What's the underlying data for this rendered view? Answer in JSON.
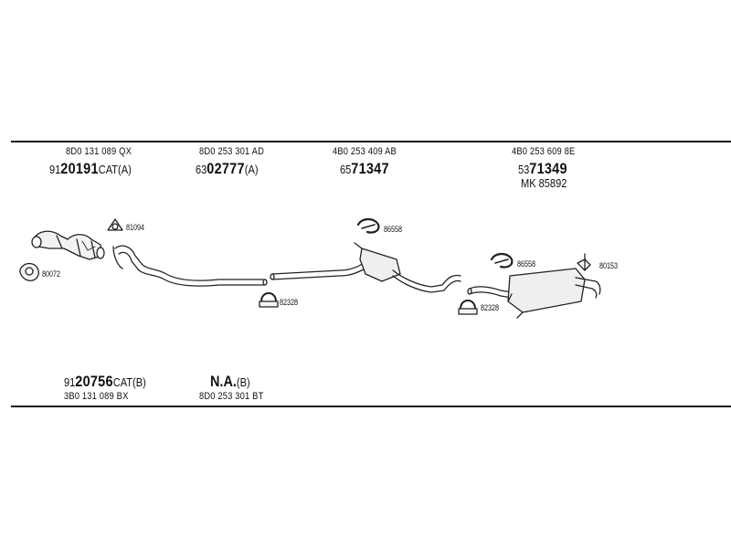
{
  "top_groups": [
    {
      "oem": "8D0 131 089 QX",
      "prefix": "91",
      "part": "20191",
      "suffix": "CAT(A)"
    },
    {
      "oem": "8D0 253 301 AD",
      "prefix": "63",
      "part": "02777",
      "suffix": "(A)"
    },
    {
      "oem": "4B0 253 409 AB",
      "prefix": "65",
      "part": "71347",
      "suffix": ""
    },
    {
      "oem": "4B0 253 609 8E",
      "prefix": "53",
      "part": "71349",
      "suffix": "",
      "extra": "MK 85892"
    }
  ],
  "bottom_groups": [
    {
      "prefix": "91",
      "part": "20756",
      "suffix": "CAT(B)",
      "oem": "3B0 131 089 BX"
    },
    {
      "part": "N.A.",
      "suffix": "(B)",
      "oem": "8D0 253 301 BT"
    }
  ],
  "callouts": {
    "c81094": "81094",
    "c80072": "80072",
    "c82328a": "82328",
    "c86558a": "86558",
    "c86558b": "86558",
    "c80153": "80153",
    "c82328b": "82328"
  }
}
